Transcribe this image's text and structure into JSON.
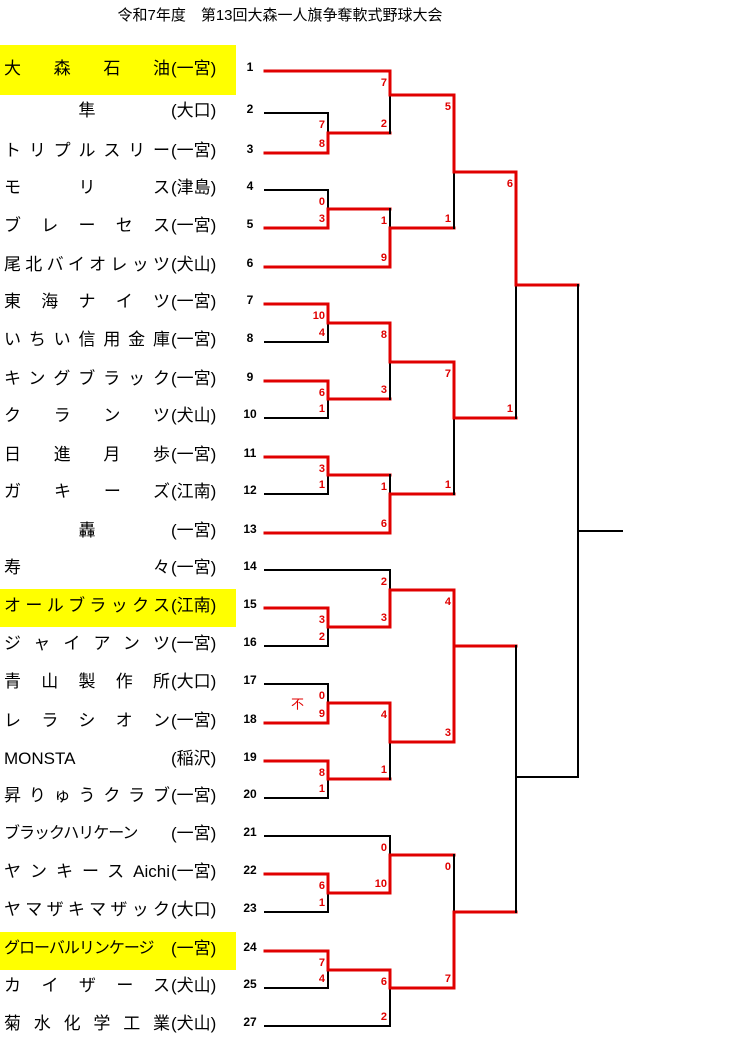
{
  "title": "令和7年度　第13回大森一人旗争奪軟式野球大会",
  "colors": {
    "winner_line": "#e00000",
    "line": "#000000",
    "highlight": "#ffff00"
  },
  "teams": [
    {
      "name": "大森石油",
      "area": "(一宮)",
      "no": "1",
      "highlight": true
    },
    {
      "name": "隼",
      "area": "(大口)",
      "no": "2",
      "center": true
    },
    {
      "name": "トリプルスリー",
      "area": "(一宮)",
      "no": "3"
    },
    {
      "name": "モリス",
      "area": "(津島)",
      "no": "4"
    },
    {
      "name": "ブレーセス",
      "area": "(一宮)",
      "no": "5"
    },
    {
      "name": "尾北バイオレッツ",
      "area": "(犬山)",
      "no": "6"
    },
    {
      "name": "東海ナイツ",
      "area": "(一宮)",
      "no": "7"
    },
    {
      "name": "いちい信用金庫",
      "area": "(一宮)",
      "no": "8"
    },
    {
      "name": "キングブラック",
      "area": "(一宮)",
      "no": "9"
    },
    {
      "name": "クランツ",
      "area": "(犬山)",
      "no": "10"
    },
    {
      "name": "日進月歩",
      "area": "(一宮)",
      "no": "11"
    },
    {
      "name": "ガキーズ",
      "area": "(江南)",
      "no": "12"
    },
    {
      "name": "轟",
      "area": "(一宮)",
      "no": "13",
      "center": true
    },
    {
      "name": "寿々",
      "area": "(一宮)",
      "no": "14"
    },
    {
      "name": "オールブラックス",
      "area": "(江南)",
      "no": "15",
      "highlight": true
    },
    {
      "name": "ジャイアンツ",
      "area": "(一宮)",
      "no": "16"
    },
    {
      "name": "青山製作所",
      "area": "(大口)",
      "no": "17"
    },
    {
      "name": "レラシオン",
      "area": "(一宮)",
      "no": "18"
    },
    {
      "name": "MONSTA",
      "area": "(稲沢)",
      "no": "19"
    },
    {
      "name": "昇りゅうクラブ",
      "area": "(一宮)",
      "no": "20"
    },
    {
      "name": "ブラックハリケーン",
      "area": "(一宮)",
      "no": "21",
      "tight": true
    },
    {
      "name": "ヤンキースAichi",
      "area": "(一宮)",
      "no": "22"
    },
    {
      "name": "ヤマザキマザック",
      "area": "(大口)",
      "no": "23"
    },
    {
      "name": "グローバルリンケージ",
      "area": "(一宮)",
      "no": "24",
      "highlight": true,
      "tight": true
    },
    {
      "name": "カイザース",
      "area": "(犬山)",
      "no": "25"
    },
    {
      "name": "菊水化学工業",
      "area": "(犬山)",
      "no": "27"
    }
  ],
  "matches": [
    {
      "scores": [
        "7",
        "8"
      ]
    },
    {
      "scores": [
        "7",
        "2"
      ]
    },
    {
      "scores": [
        "0",
        "3"
      ]
    },
    {
      "scores": [
        "1",
        "9"
      ]
    },
    {
      "scores": [
        "5",
        "1"
      ]
    },
    {
      "scores": [
        "10",
        "4"
      ]
    },
    {
      "scores": [
        "6",
        "1"
      ]
    },
    {
      "scores": [
        "8",
        "3"
      ]
    },
    {
      "scores": [
        "3",
        "1"
      ]
    },
    {
      "scores": [
        "1",
        "6"
      ]
    },
    {
      "scores": [
        "7",
        "1"
      ]
    },
    {
      "scores": [
        "6",
        "1"
      ]
    },
    {
      "scores": [
        "3",
        "2"
      ]
    },
    {
      "scores": [
        "2",
        "3"
      ]
    },
    {
      "scores": [
        "0",
        "9"
      ],
      "note": "不"
    },
    {
      "scores": [
        "8",
        "1"
      ]
    },
    {
      "scores": [
        "4",
        "1"
      ]
    },
    {
      "scores": [
        "4",
        "3"
      ]
    },
    {
      "scores": [
        "6",
        "1"
      ]
    },
    {
      "scores": [
        "0",
        "10"
      ]
    },
    {
      "scores": [
        "7",
        "4"
      ]
    },
    {
      "scores": [
        "6",
        "2"
      ]
    },
    {
      "scores": [
        "0",
        "7"
      ]
    },
    {
      "scores": [
        null,
        null
      ]
    },
    {
      "scores": [
        null,
        null
      ]
    }
  ]
}
